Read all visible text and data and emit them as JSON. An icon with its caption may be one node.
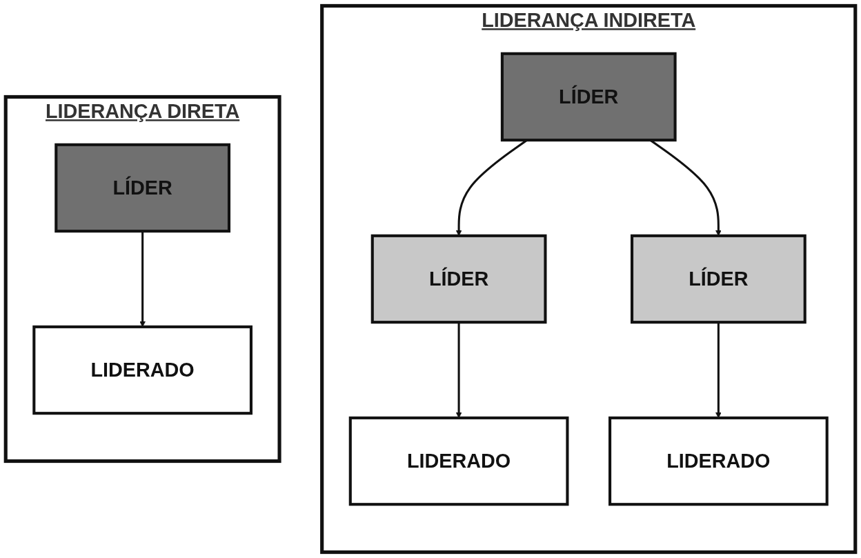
{
  "diagram": {
    "nodes": [
      {
        "text": [
          "LIDERANÇA DIRETA"
        ]
      },
      {
        "text": [
          "LÍDER"
        ],
        "in": 0
      },
      {
        "text": [
          "LIDERADO"
        ],
        "in": 0
      },
      {
        "text": [
          "LIDERANÇA INDIRETA"
        ]
      },
      {
        "text": [
          "LÍDER"
        ],
        "in": 3
      },
      {
        "text": [
          "LÍDER"
        ],
        "in": 3
      },
      {
        "text": [
          "LÍDER"
        ],
        "in": 3
      },
      {
        "text": [
          "LIDERADO"
        ],
        "in": 3
      },
      {
        "text": [
          "LIDERADO"
        ],
        "in": 3
      }
    ],
    "edges": [
      {
        "from": 1,
        "to": 2,
        "arrow": "to"
      },
      {
        "from": 4,
        "to": 5,
        "arrow": "to"
      },
      {
        "from": 4,
        "to": 6,
        "arrow": "to"
      },
      {
        "from": 5,
        "to": 7,
        "arrow": "to"
      },
      {
        "from": 6,
        "to": 8,
        "arrow": "to"
      }
    ]
  }
}
